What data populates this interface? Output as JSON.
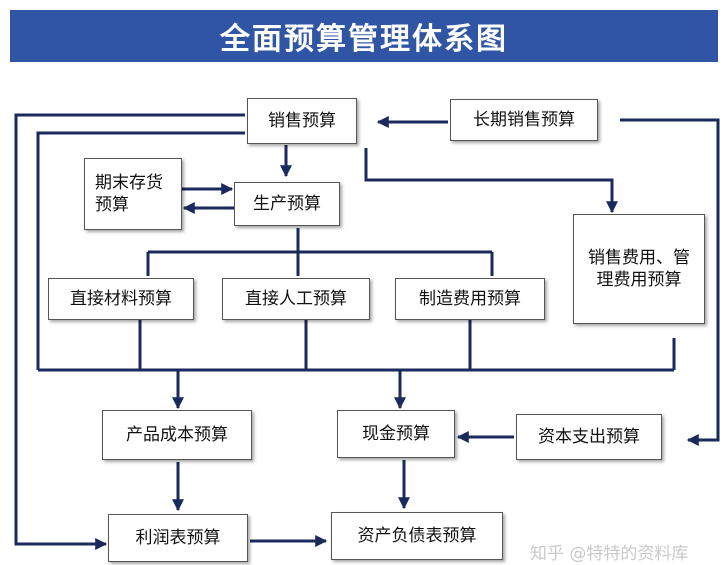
{
  "title": "全面预算管理体系图",
  "nodes": {
    "sales": "销售预算",
    "long_term_sales": "长期销售预算",
    "ending_inventory": "期末存货\n预算",
    "production": "生产预算",
    "selling_admin": "销售费用、管\n理费用预算",
    "direct_material": "直接材料预算",
    "direct_labor": "直接人工预算",
    "manufacturing_overhead": "制造费用预算",
    "product_cost": "产品成本预算",
    "cash": "现金预算",
    "capital_expenditure": "资本支出预算",
    "income_statement": "利润表预算",
    "balance_sheet": "资产负债表预算"
  },
  "watermark": "知乎 @特特的资料库",
  "colors": {
    "banner": "#2f55a4",
    "line": "#1a2a5c"
  }
}
